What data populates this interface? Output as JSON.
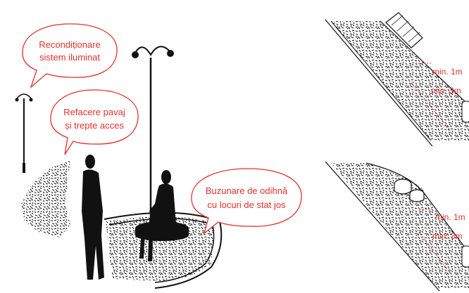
{
  "bubbles": {
    "lighting": {
      "line1": "Recondiționare",
      "line2": "sistem iluminat"
    },
    "paving": {
      "line1": "Refacere pavaj",
      "line2": "și trepte acces"
    },
    "rest": {
      "line1": "Buzunare de odihnă",
      "line2": "cu locuri de stat jos"
    }
  },
  "dimensions": {
    "top": {
      "a": "min. 1m",
      "b": "min. 3m"
    },
    "bottom": {
      "a": "min. 1m",
      "b": "min. 3m"
    }
  },
  "colors": {
    "accent": "#e0312b",
    "ink": "#111111",
    "paving_bg": "#ececec"
  },
  "icons": [
    "lamp-post",
    "person-silhouette",
    "bench",
    "stool",
    "bollard"
  ]
}
